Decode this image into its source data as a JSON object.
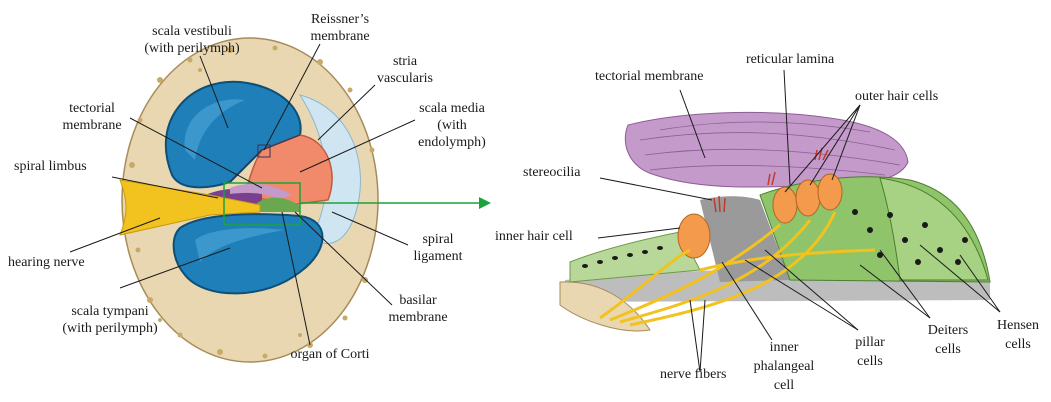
{
  "left_panel": {
    "scala_vestibuli": [
      "scala vestibuli",
      "(with perilymph)"
    ],
    "reissners_membrane": [
      "Reissner’s",
      "membrane"
    ],
    "stria_vascularis": [
      "stria",
      "vascularis"
    ],
    "scala_media": [
      "scala media",
      "(with",
      "endolymph)"
    ],
    "tectorial_membrane": [
      "tectorial",
      "membrane"
    ],
    "spiral_limbus": "spiral limbus",
    "hearing_nerve": "hearing nerve",
    "spiral_ligament": [
      "spiral",
      "ligament"
    ],
    "scala_tympani": [
      "scala tympani",
      "(with perilymph)"
    ],
    "basilar_membrane": [
      "basilar",
      "membrane"
    ],
    "organ_of_corti": "organ of Corti"
  },
  "right_panel": {
    "tectorial_membrane": "tectorial membrane",
    "reticular_lamina": "reticular lamina",
    "outer_hair_cells": "outer hair cells",
    "stereocilia": "stereocilia",
    "inner_hair_cell": "inner hair cell",
    "nerve_fibers": "nerve fibers",
    "inner_phalangeal_cell": [
      "inner",
      "phalangeal",
      "cell"
    ],
    "pillar_cells": [
      "pillar",
      "cells"
    ],
    "deiters_cells": [
      "Deiters",
      "cells"
    ],
    "hensen_cells": [
      "Hensen",
      "cells"
    ]
  },
  "colors": {
    "bone": "#e8d7b0",
    "perilymph_blue": "#1f7fb8",
    "endolymph_salmon": "#f08a6a",
    "nerve_yellow": "#f2c21e",
    "tectorial_purple": "#c39ac9",
    "highlight_green": "#1aa33a"
  }
}
